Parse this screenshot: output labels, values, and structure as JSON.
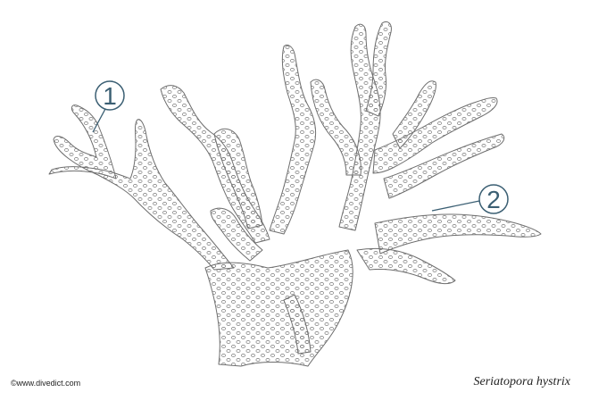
{
  "figure": {
    "credit": "©www.divedict.com",
    "species_name": "Seriatopora hystrix",
    "outline_color": "#6e6e6e",
    "callout_color": "#3b5f73",
    "callouts": [
      {
        "number": "1"
      },
      {
        "number": "2"
      }
    ]
  }
}
